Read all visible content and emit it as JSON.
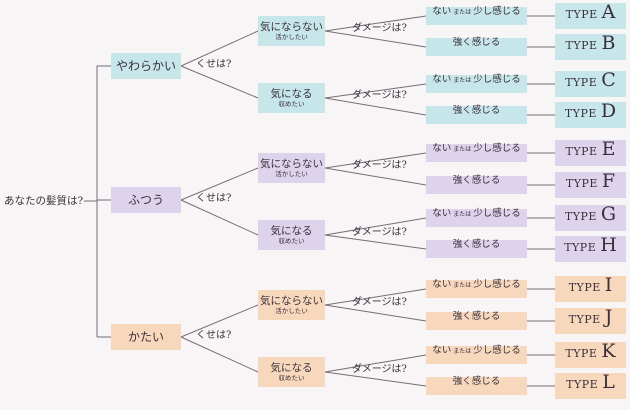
{
  "question_root": "あなたの髪質は?",
  "question_kuse": "くせは?",
  "question_damage": "ダメージは?",
  "colors": {
    "line": "#7a6b78",
    "teal": "#c6e6ea",
    "lavender": "#ddd3ec",
    "peach": "#f8d8bd"
  },
  "categories": [
    {
      "label": "やわらかい",
      "branches": [
        {
          "label": "気にならない",
          "sub": "活かしたい",
          "outcomes": [
            {
              "damage": {
                "a": "ない",
                "mata": "または",
                "b": "少し感じる"
              },
              "prefix": "TYPE",
              "letter": "A"
            },
            {
              "damage": {
                "a": "強く感じる",
                "mata": "",
                "b": ""
              },
              "prefix": "TYPE",
              "letter": "B"
            }
          ]
        },
        {
          "label": "気になる",
          "sub": "収めたい",
          "outcomes": [
            {
              "damage": {
                "a": "ない",
                "mata": "または",
                "b": "少し感じる"
              },
              "prefix": "TYPE",
              "letter": "C"
            },
            {
              "damage": {
                "a": "強く感じる",
                "mata": "",
                "b": ""
              },
              "prefix": "TYPE",
              "letter": "D"
            }
          ]
        }
      ]
    },
    {
      "label": "ふつう",
      "branches": [
        {
          "label": "気にならない",
          "sub": "活かしたい",
          "outcomes": [
            {
              "damage": {
                "a": "ない",
                "mata": "または",
                "b": "少し感じる"
              },
              "prefix": "TYPE",
              "letter": "E"
            },
            {
              "damage": {
                "a": "強く感じる",
                "mata": "",
                "b": ""
              },
              "prefix": "TYPE",
              "letter": "F"
            }
          ]
        },
        {
          "label": "気になる",
          "sub": "収めたい",
          "outcomes": [
            {
              "damage": {
                "a": "ない",
                "mata": "または",
                "b": "少し感じる"
              },
              "prefix": "TYPE",
              "letter": "G"
            },
            {
              "damage": {
                "a": "強く感じる",
                "mata": "",
                "b": ""
              },
              "prefix": "TYPE",
              "letter": "H"
            }
          ]
        }
      ]
    },
    {
      "label": "かたい",
      "branches": [
        {
          "label": "気にならない",
          "sub": "活かしたい",
          "outcomes": [
            {
              "damage": {
                "a": "ない",
                "mata": "または",
                "b": "少し感じる"
              },
              "prefix": "TYPE",
              "letter": "I"
            },
            {
              "damage": {
                "a": "強く感じる",
                "mata": "",
                "b": ""
              },
              "prefix": "TYPE",
              "letter": "J"
            }
          ]
        },
        {
          "label": "気になる",
          "sub": "収めたい",
          "outcomes": [
            {
              "damage": {
                "a": "ない",
                "mata": "または",
                "b": "少し感じる"
              },
              "prefix": "TYPE",
              "letter": "K"
            },
            {
              "damage": {
                "a": "強く感じる",
                "mata": "",
                "b": ""
              },
              "prefix": "TYPE",
              "letter": "L"
            }
          ]
        }
      ]
    }
  ]
}
